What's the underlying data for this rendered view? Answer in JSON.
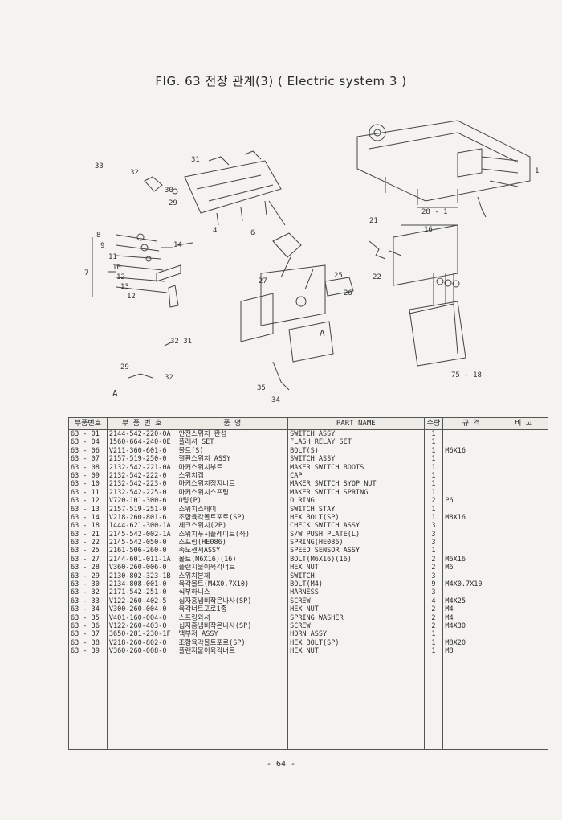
{
  "header": {
    "title": "FIG. 63 전장 관계(3) ( Electric system 3 )"
  },
  "diagram": {
    "labels": [
      "33",
      "32",
      "31",
      "30",
      "29",
      "28 - 1",
      "1",
      "21",
      "16",
      "8",
      "9",
      "11",
      "10",
      "7",
      "12",
      "13",
      "12",
      "14",
      "25",
      "27",
      "26",
      "4",
      "6",
      "32 31",
      "29",
      "32",
      "A",
      "A",
      "75 - 18",
      "22",
      "34",
      "35"
    ]
  },
  "table": {
    "headers": [
      "부품번호",
      "부 품 번 호",
      "품 명",
      "PART NAME",
      "수량",
      "규 격",
      "비 고"
    ],
    "rows": [
      [
        "63 - 01",
        "2144-542-220-0A",
        "안전스위치 완성",
        "SWITCH ASSY",
        "1",
        "",
        ""
      ],
      [
        "63 - 04",
        "1560-664-240-0E",
        "플래셔 SET",
        "FLASH RELAY SET",
        "1",
        "",
        ""
      ],
      [
        "63 - 06",
        "V211-360-601-6",
        "볼트(S)",
        "BOLT(S)",
        "1",
        "M6X16",
        ""
      ],
      [
        "63 - 07",
        "2157-519-250-0",
        "절환스위치 ASSY",
        "SWITCH ASSY",
        "1",
        "",
        ""
      ],
      [
        "63 - 08",
        "2132-542-221-0A",
        "마커스위치부트",
        "MAKER SWITCH BOOTS",
        "1",
        "",
        ""
      ],
      [
        "63 - 09",
        "2132-542-222-0",
        "스위치캡",
        "CAP",
        "1",
        "",
        ""
      ],
      [
        "63 - 10",
        "2132-542-223-0",
        "마커스위치정지너트",
        "MAKER SWITCH SYOP NUT",
        "1",
        "",
        ""
      ],
      [
        "63 - 11",
        "2132-542-225-0",
        "마커스위치스프링",
        "MAKER SWITCH SPRING",
        "1",
        "",
        ""
      ],
      [
        "63 - 12",
        "V720-101-300-6",
        "O링(P)",
        "O RING",
        "2",
        "P6",
        ""
      ],
      [
        "63 - 13",
        "2157-519-251-0",
        "스위치스테이",
        "SWITCH STAY",
        "1",
        "",
        ""
      ],
      [
        "63 - 14",
        "V218-260-801-6",
        "조합육각볼트포로(SP)",
        "HEX BOLT(SP)",
        "1",
        "M8X16",
        ""
      ],
      [
        "63 - 18",
        "1444-621-300-1A",
        "체크스위치(2P)",
        "CHECK SWITCH ASSY",
        "3",
        "",
        ""
      ],
      [
        "63 - 21",
        "2145-542-002-1A",
        "스위치푸시플레이트(좌)",
        "S/W PUSH PLATE(L)",
        "3",
        "",
        ""
      ],
      [
        "63 - 22",
        "2145-542-050-0",
        "스프링(HE086)",
        "SPRING(HE086)",
        "3",
        "",
        ""
      ],
      [
        "63 - 25",
        "2161-506-260-0",
        "속도센서ASSY",
        "SPEED SENSOR ASSY",
        "1",
        "",
        ""
      ],
      [
        "63 - 27",
        "2144-601-011-1A",
        "볼트(M6X16)(16)",
        "BOLT(M6X16)(16)",
        "2",
        "M6X16",
        ""
      ],
      [
        "63 - 28",
        "V360-260-006-0",
        "플랜지붙이육각너트",
        "HEX NUT",
        "2",
        "M6",
        ""
      ],
      [
        "63 - 29",
        "2130-802-323-1B",
        "스위치본체",
        "SWITCH",
        "3",
        "",
        ""
      ],
      [
        "63 - 30",
        "2134-808-001-0",
        "육각볼트(M4X0.7X10)",
        "BOLT(M4)",
        "9",
        "M4X0.7X10",
        ""
      ],
      [
        "63 - 32",
        "2171-542-251-0",
        "식부하니스",
        "HARNESS",
        "3",
        "",
        ""
      ],
      [
        "63 - 33",
        "V122-260-402-5",
        "십자홈냄비작은나사(SP)",
        "SCREW",
        "4",
        "M4X25",
        ""
      ],
      [
        "63 - 34",
        "V300-260-004-0",
        "육각너트포로1종",
        "HEX NUT",
        "2",
        "M4",
        ""
      ],
      [
        "63 - 35",
        "V401-160-004-0",
        "스프링와셔",
        "SPRING WASHER",
        "2",
        "M4",
        ""
      ],
      [
        "63 - 36",
        "V122-260-403-0",
        "십자홈냄비작은나사(SP)",
        "SCREW",
        "2",
        "M4X30",
        ""
      ],
      [
        "63 - 37",
        "3650-281-230-1F",
        "백부저 ASSY",
        "HORN ASSY",
        "1",
        "",
        ""
      ],
      [
        "63 - 38",
        "V218-260-802-0",
        "조합육각볼트포로(SP)",
        "HEX BOLT(SP)",
        "1",
        "M8X20",
        ""
      ],
      [
        "63 - 39",
        "V360-260-008-0",
        "플랜지붙이육각너트",
        "HEX NUT",
        "1",
        "M8",
        ""
      ]
    ]
  },
  "footer": {
    "page_number": "- 64 -"
  }
}
